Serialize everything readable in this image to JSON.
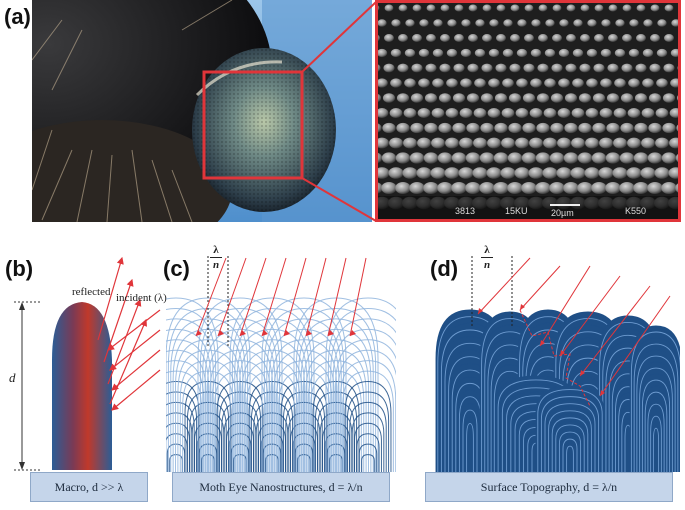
{
  "panels": {
    "a": "(a)",
    "b": "(b)",
    "c": "(c)",
    "d": "(d)"
  },
  "sem_scalebar": {
    "left": "3813",
    "mid": "15KU",
    "bar": "20µm",
    "right": "K550"
  },
  "panel_b": {
    "reflected": "reflected",
    "incident": "incident (λ)",
    "dim": "d",
    "base": "Macro, d >> λ"
  },
  "panel_c": {
    "lambda": "λ",
    "n": "n",
    "base": "Moth Eye Nanostructures, d = λ/n"
  },
  "panel_d": {
    "lambda": "λ",
    "n": "n",
    "base": "Surface Topography, d = λ/n"
  },
  "colors": {
    "ray": "#e0353a",
    "cone_dark": "#1f4f86",
    "cone_light": "#8fb4dd",
    "frame": "#e0353a"
  }
}
